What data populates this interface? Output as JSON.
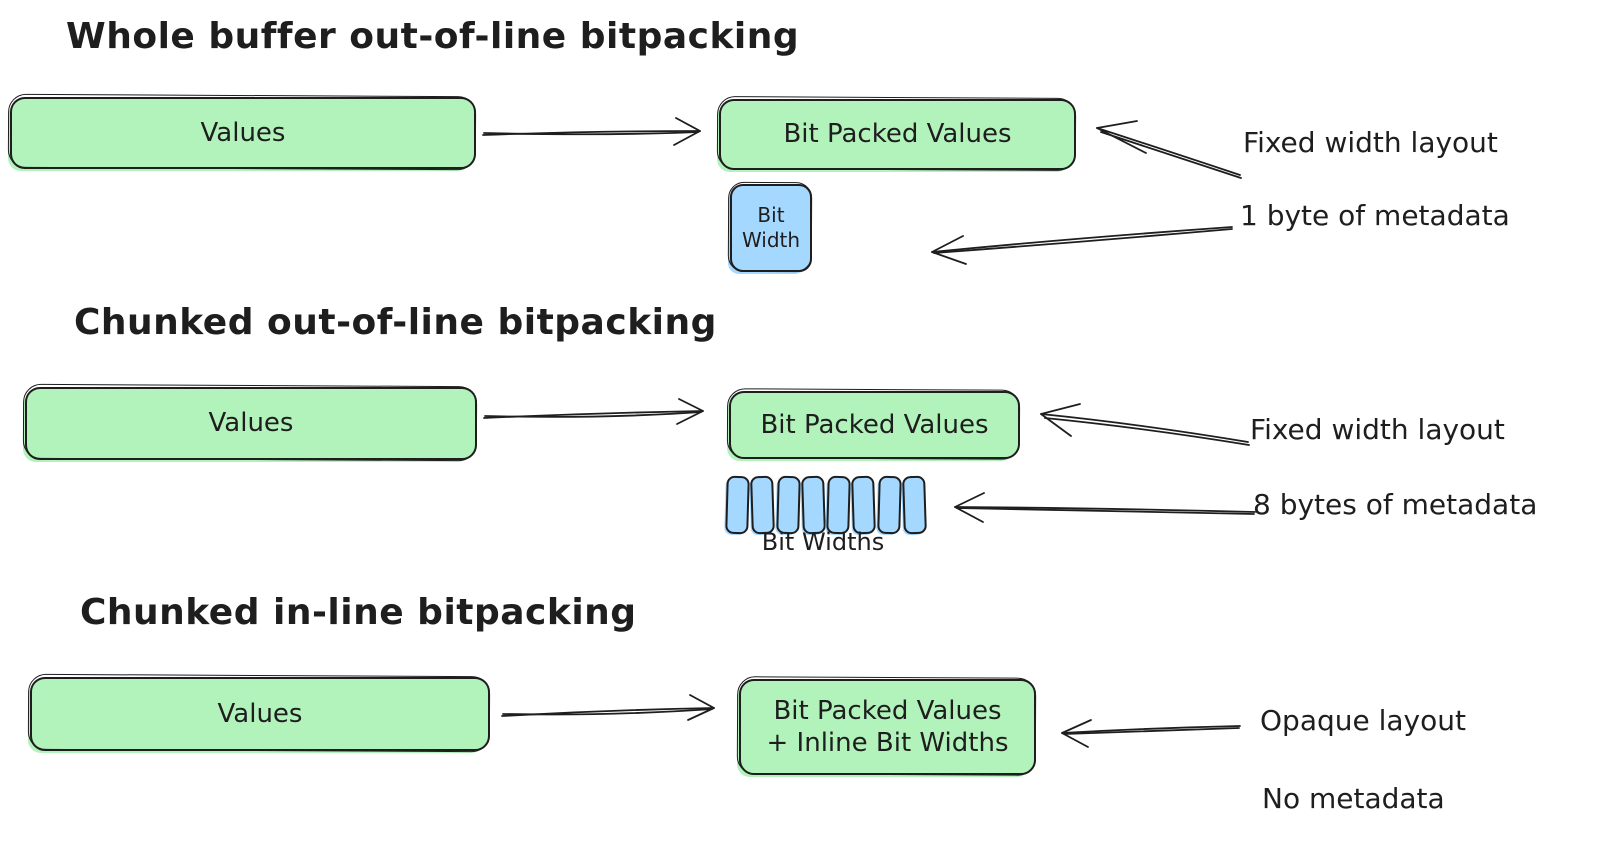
{
  "colors": {
    "green_fill": "#b2f2bb",
    "blue_fill": "#a5d8ff",
    "stroke": "#1e1e1e",
    "background": "#ffffff"
  },
  "sections": [
    {
      "title": "Whole buffer out-of-line bitpacking",
      "values_label": "Values",
      "packed_label": "Bit Packed Values",
      "bit_width_label": "Bit\nWidth",
      "annotation_layout": "Fixed width layout",
      "annotation_metadata": "1 byte of metadata"
    },
    {
      "title": "Chunked out-of-line bitpacking",
      "values_label": "Values",
      "packed_label": "Bit Packed Values",
      "bit_widths_count": 8,
      "bit_widths_label": "Bit Widths",
      "annotation_layout": "Fixed width layout",
      "annotation_metadata": "8 bytes of metadata"
    },
    {
      "title": "Chunked in-line bitpacking",
      "values_label": "Values",
      "packed_label": "Bit Packed Values\n+ Inline Bit Widths",
      "annotation_layout": "Opaque layout",
      "annotation_metadata": "No metadata"
    }
  ]
}
